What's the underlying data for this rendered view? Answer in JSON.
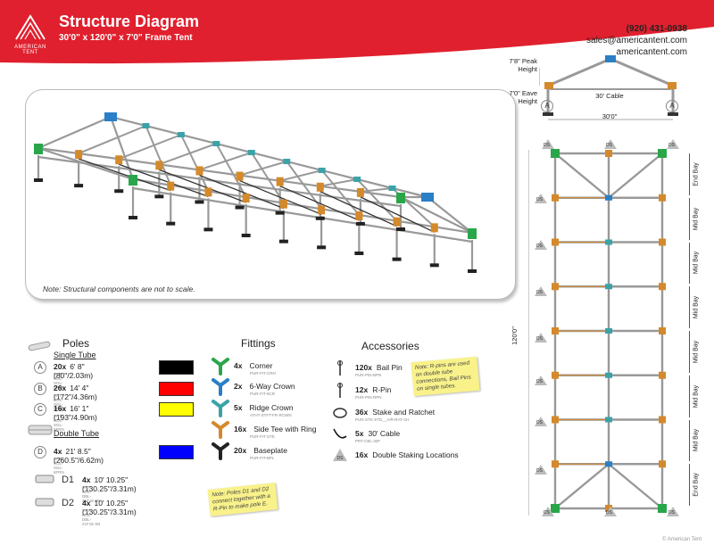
{
  "header": {
    "title": "Structure Diagram",
    "subtitle": "30'0\" x 120'0\" x 7'0\" Frame Tent",
    "logo_text": "AMERICAN TENT",
    "phone": "(920) 431-0938",
    "email": "sales@americantent.com",
    "website": "americantent.com",
    "brand_color": "#e0202e"
  },
  "view_note": "Note: Structural components are not to scale.",
  "poles": {
    "heading": "Poles",
    "single_heading": "Single Tube",
    "double_heading": "Double Tube",
    "items": [
      {
        "letter": "A",
        "qty": "20x",
        "size": "6' 8\" (80\"/2.03m)",
        "code": "PRT-POL-SGL-6FRN",
        "color": "#000000"
      },
      {
        "letter": "B",
        "qty": "26x",
        "size": "14' 4\" (172\"/4.36m)",
        "code": "PRT-POL-SGL-6FRN",
        "color": "#ff0000"
      },
      {
        "letter": "C",
        "qty": "16x",
        "size": "16' 1\" (193\"/4.90m)",
        "code": "PRT-POL-SGL-6FRN",
        "color": "#ffff00"
      },
      {
        "letter": "D",
        "qty": "4x",
        "size": "21' 8.5\" (260.5\"/6.62m)",
        "code": "PRT-POL-SGL-6FRN",
        "color": "#0000ff"
      },
      {
        "letter": "D1",
        "qty": "4x",
        "size": "10' 10.25\" (130.25\"/3.31m)",
        "code": "PRT-POL-DBL-21F1E.5N"
      },
      {
        "letter": "D2",
        "qty": "4x",
        "size": "10' 10.25\" (130.25\"/3.31m)",
        "code": "PRT-POL-DBL-21F1E.5N"
      }
    ],
    "note": "Note: Poles D1 and D2 connect together with a R-Pin to make pole E."
  },
  "fittings": {
    "heading": "Fittings",
    "items": [
      {
        "qty": "4x",
        "name": "Corner",
        "code": "PUR-FIT-CRN",
        "color": "#2aa64a"
      },
      {
        "qty": "2x",
        "name": "6-Way Crown",
        "code": "PUR-FIT-6CR",
        "color": "#2a7fc6"
      },
      {
        "qty": "5x",
        "name": "Ridge Crown",
        "code": "ATHT-STFT-FR-RCWN",
        "color": "#3aa3a8"
      },
      {
        "qty": "16x",
        "name": "Side Tee with Ring",
        "code": "PUR-FIT-STE",
        "color": "#d4892a"
      },
      {
        "qty": "20x",
        "name": "Baseplate",
        "code": "PUR-FIT-BPL",
        "color": "#222222"
      }
    ]
  },
  "accessories": {
    "heading": "Accessories",
    "items": [
      {
        "qty": "120x",
        "name": "Bail Pin",
        "code": "PUR-PIN-BPN"
      },
      {
        "qty": "12x",
        "name": "R-Pin",
        "code": "PUR-PIN-RPN"
      },
      {
        "qty": "36x",
        "name": "Stake and Ratchet",
        "code": "PUR-STK-STD__A/R-RAT-3H"
      },
      {
        "qty": "5x",
        "name": "30' Cable",
        "code": "PRT-CBL-30F"
      },
      {
        "qty": "16x",
        "name": "Double Staking Locations",
        "code": "",
        "icon": "DS"
      }
    ],
    "note": "Note: R-pins are used on double tube connections, Bail Pins on single tubes."
  },
  "elevation": {
    "peak_label": "7'8\" Peak Height",
    "eave_label": "7'0\" Eave Height",
    "cable_label": "30' Cable",
    "width_label": "30'0\"",
    "pole_letter": "A"
  },
  "plan": {
    "length_label": "120'0\"",
    "bays": [
      "End Bay",
      "Mid Bay",
      "Mid Bay",
      "Mid Bay",
      "Mid Bay",
      "Mid Bay",
      "Mid Bay",
      "End Bay"
    ],
    "ds_label": "DS"
  },
  "copyright": "© American Tent"
}
